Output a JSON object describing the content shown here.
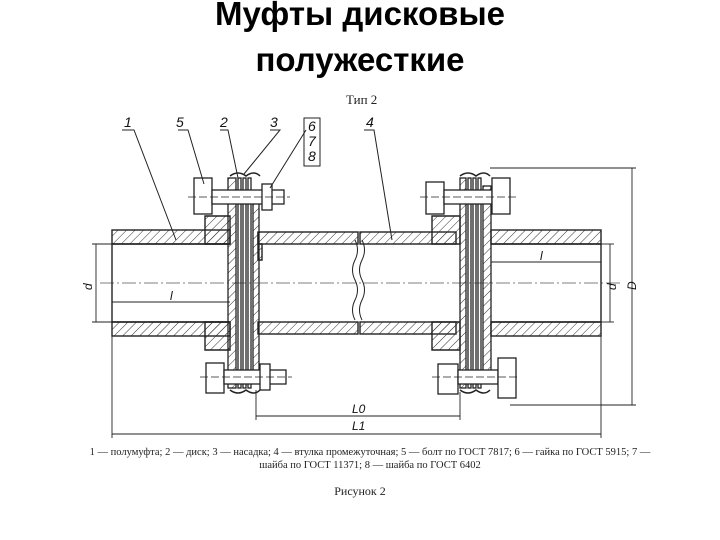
{
  "title_line1": "Муфты дисковые",
  "title_line2": "полужесткие",
  "type_label": "Тип 2",
  "callouts": [
    "1",
    "5",
    "2",
    "3",
    "6",
    "7",
    "8",
    "4"
  ],
  "dimensions": {
    "d_left": "d",
    "l_left": "l",
    "l_right": "l",
    "d_right": "d",
    "D_right": "D",
    "L0": "L0",
    "L1": "L1"
  },
  "caption": "1 — полумуфта; 2 — диск; 3 — насадка; 4 — втулка промежуточная; 5 — болт по ГОСТ 7817; 6 — гайка по ГОСТ 5915; 7 — шайба по ГОСТ 11371; 8 — шайба по ГОСТ 6402",
  "figure_label": "Рисунок 2"
}
